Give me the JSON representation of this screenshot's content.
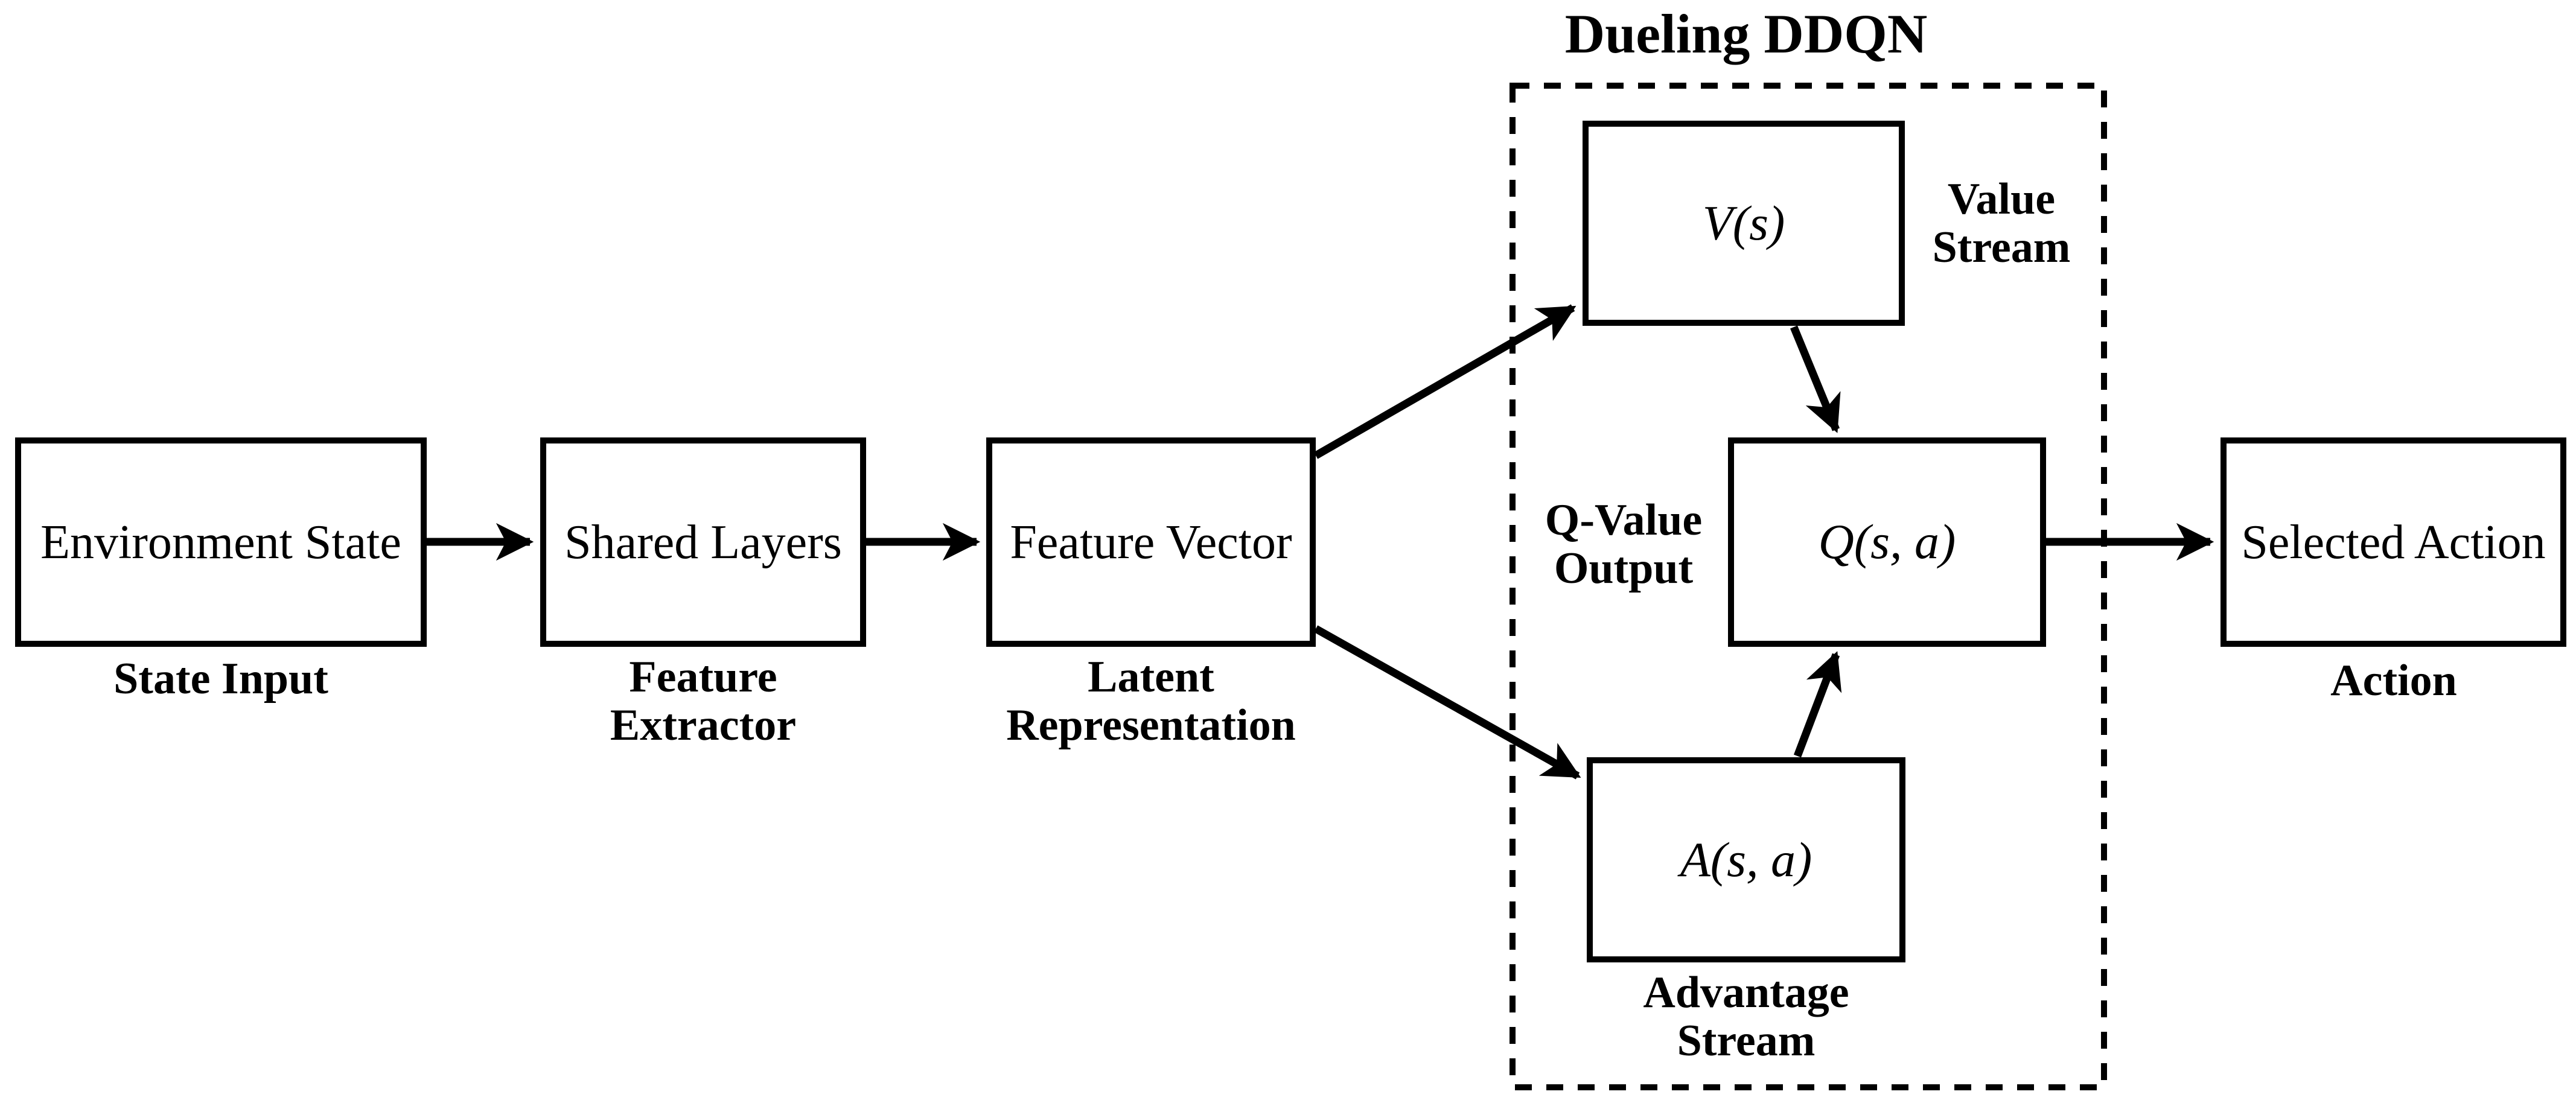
{
  "diagram": {
    "title": "Dueling DDQN",
    "colors": {
      "line": "#000000",
      "background": "#ffffff"
    },
    "nodes": {
      "environment_state": {
        "label": "Environment State"
      },
      "shared_layers": {
        "label": "Shared Layers"
      },
      "feature_vector": {
        "label": "Feature Vector"
      },
      "value": {
        "label": "V(s)"
      },
      "q_value": {
        "label": "Q(s, a)"
      },
      "advantage": {
        "label": "A(s, a)"
      },
      "selected_action": {
        "label": "Selected Action"
      }
    },
    "captions": {
      "state_input": {
        "line1": "State Input"
      },
      "feature_extractor": {
        "line1": "Feature",
        "line2": "Extractor"
      },
      "latent_representation": {
        "line1": "Latent",
        "line2": "Representation"
      },
      "value_stream": {
        "line1": "Value",
        "line2": "Stream"
      },
      "q_value_output": {
        "line1": "Q-Value",
        "line2": "Output"
      },
      "advantage_stream": {
        "line1": "Advantage",
        "line2": "Stream"
      },
      "action": {
        "line1": "Action"
      }
    }
  }
}
